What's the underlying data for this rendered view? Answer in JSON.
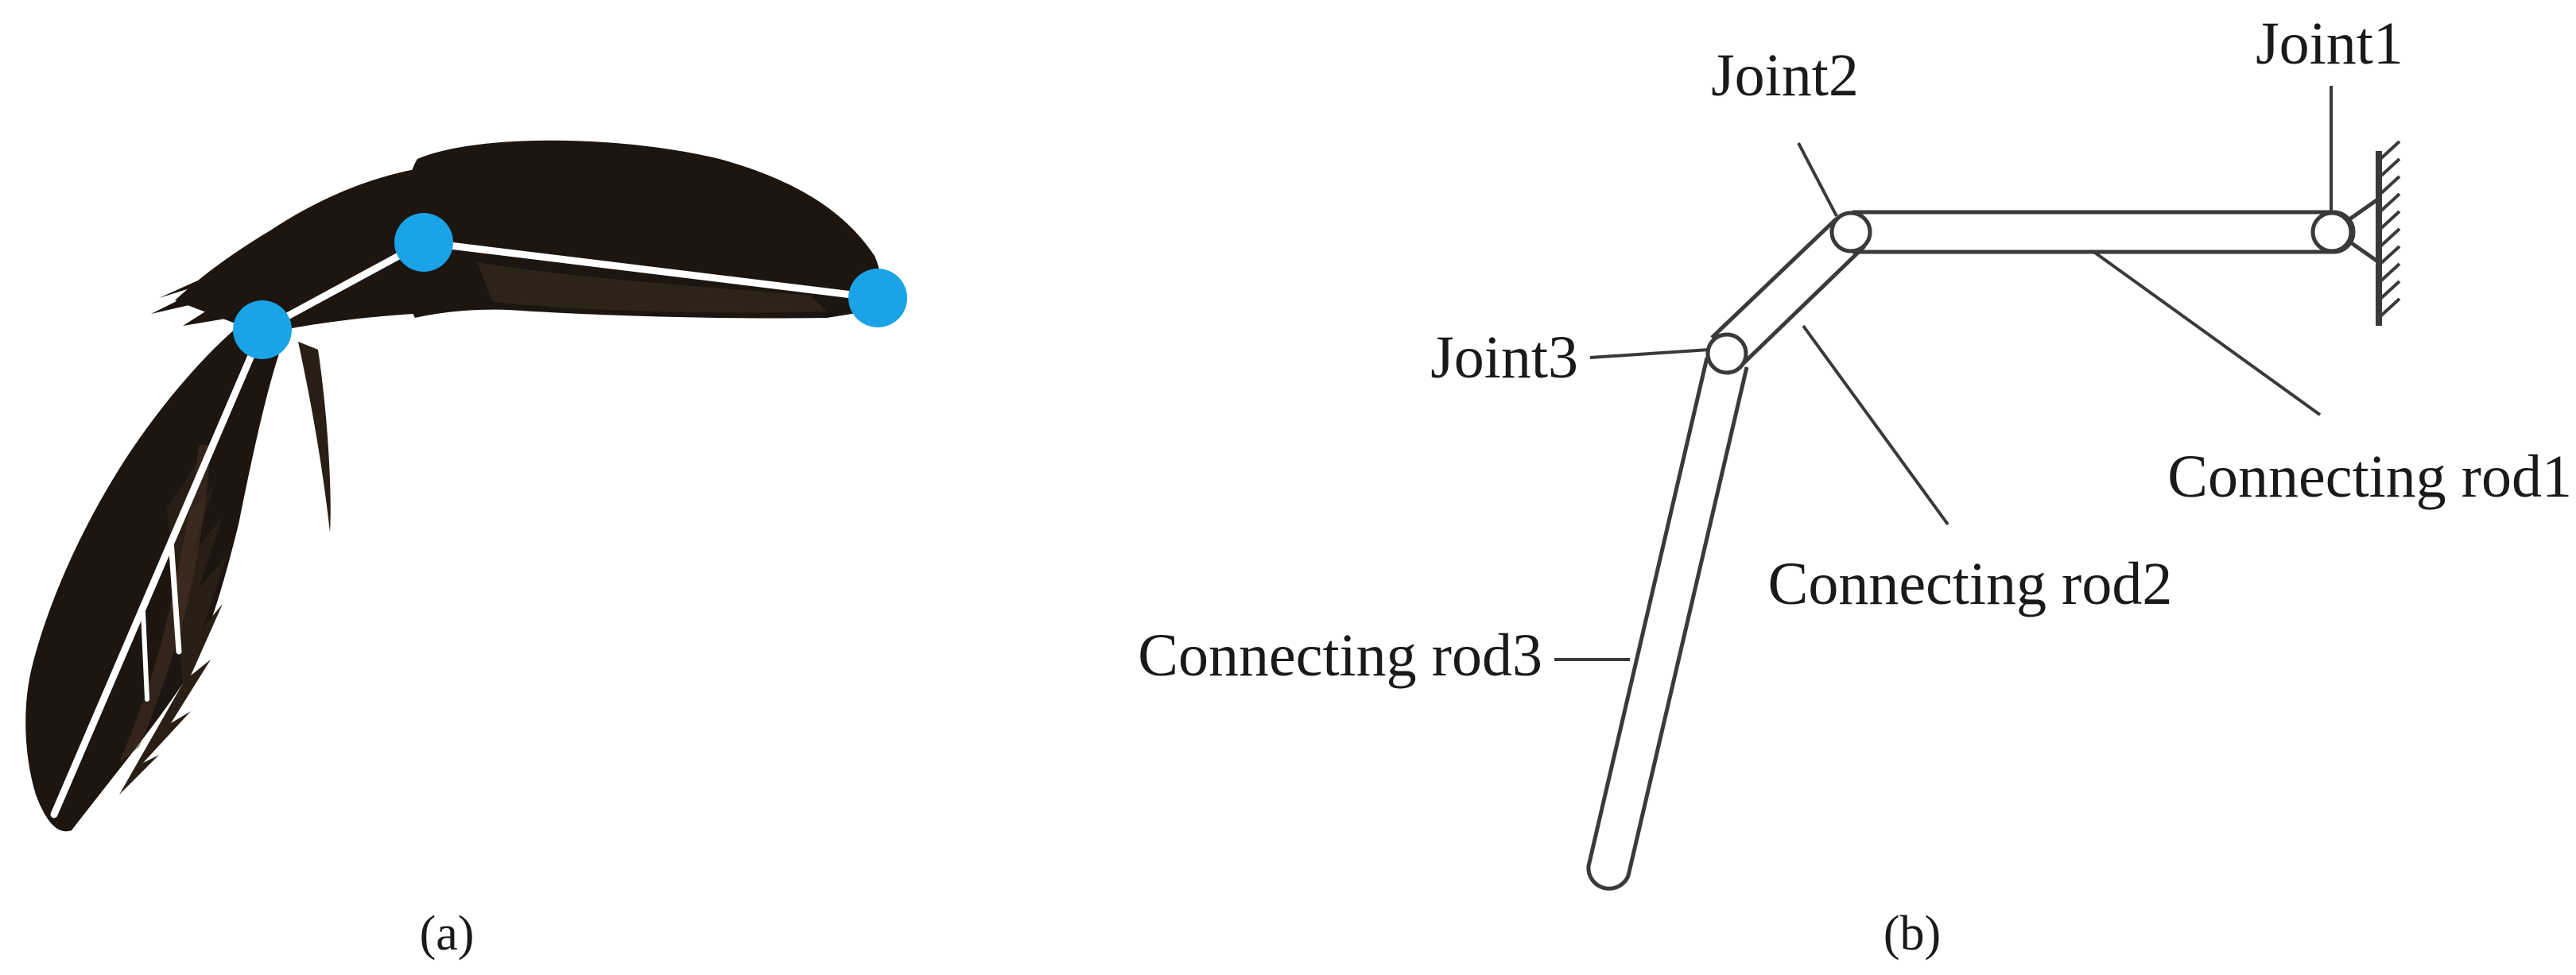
{
  "panels": [
    {
      "caption": "(a)",
      "joint_color": "#1aa3e6",
      "leg_color": "#1c1510"
    },
    {
      "caption": "(b)",
      "labels": {
        "joint1": "Joint1",
        "joint2": "Joint2",
        "joint3": "Joint3",
        "rod1": "Connecting rod1",
        "rod2": "Connecting rod2",
        "rod3": "Connecting rod3"
      },
      "line_color": "#3a3a3a"
    }
  ]
}
